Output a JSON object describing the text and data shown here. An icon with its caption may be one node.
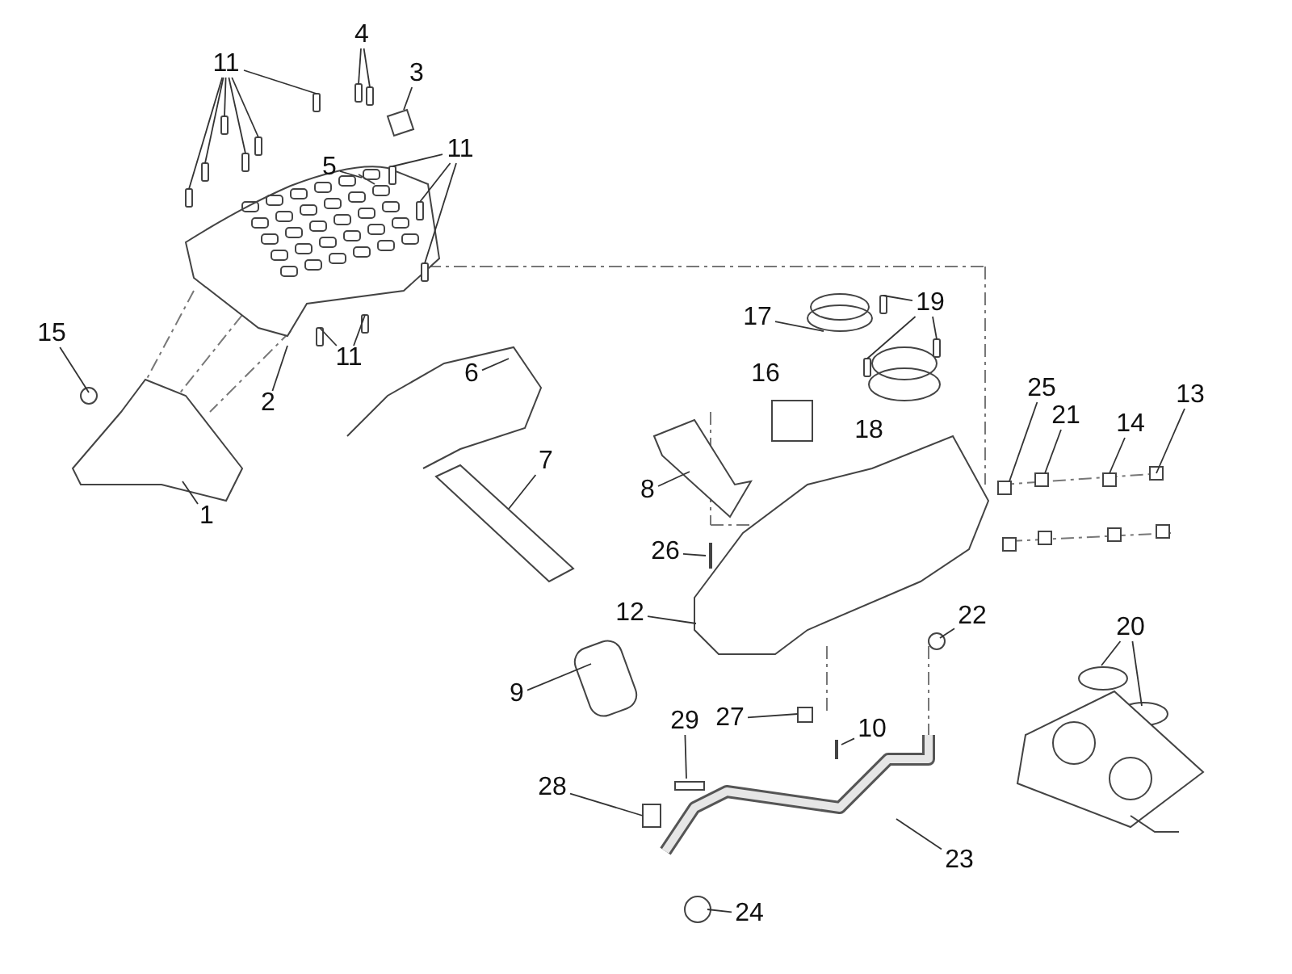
{
  "diagram": {
    "nodes": [
      {
        "text": [
          "4"
        ]
      },
      {
        "text": [
          "11"
        ]
      },
      {
        "text": [
          "3"
        ]
      },
      {
        "text": [
          "5"
        ]
      },
      {
        "text": [
          "11"
        ]
      },
      {
        "text": [
          "17"
        ]
      },
      {
        "text": [
          "19"
        ]
      },
      {
        "text": [
          "15"
        ]
      },
      {
        "text": [
          "11"
        ]
      },
      {
        "text": [
          "2"
        ]
      },
      {
        "text": [
          "6"
        ]
      },
      {
        "text": [
          "16"
        ]
      },
      {
        "text": [
          "25"
        ]
      },
      {
        "text": [
          "13"
        ]
      },
      {
        "text": [
          "21"
        ]
      },
      {
        "text": [
          "14"
        ]
      },
      {
        "text": [
          "18"
        ]
      },
      {
        "text": [
          "7"
        ]
      },
      {
        "text": [
          "8"
        ]
      },
      {
        "text": [
          "1"
        ]
      },
      {
        "text": [
          "26"
        ]
      },
      {
        "text": [
          "12"
        ]
      },
      {
        "text": [
          "22"
        ]
      },
      {
        "text": [
          "20"
        ]
      },
      {
        "text": [
          "9"
        ]
      },
      {
        "text": [
          "27"
        ]
      },
      {
        "text": [
          "29"
        ]
      },
      {
        "text": [
          "10"
        ]
      },
      {
        "text": [
          "28"
        ]
      },
      {
        "text": [
          "23"
        ]
      },
      {
        "text": [
          "24"
        ]
      }
    ],
    "edges": [
      {
        "from": 0,
        "to": null,
        "arrow": "none"
      },
      {
        "from": 0,
        "to": null,
        "arrow": "none"
      },
      {
        "from": 1,
        "to": null,
        "arrow": "none"
      },
      {
        "from": 1,
        "to": null,
        "arrow": "none"
      },
      {
        "from": 1,
        "to": null,
        "arrow": "none"
      },
      {
        "from": 1,
        "to": null,
        "arrow": "none"
      },
      {
        "from": 1,
        "to": null,
        "arrow": "none"
      },
      {
        "from": 1,
        "to": null,
        "arrow": "none"
      },
      {
        "from": 2,
        "to": null,
        "arrow": "none"
      },
      {
        "from": 3,
        "to": null,
        "arrow": "none"
      },
      {
        "from": 4,
        "to": null,
        "arrow": "none"
      },
      {
        "from": 4,
        "to": null,
        "arrow": "none"
      },
      {
        "from": 4,
        "to": null,
        "arrow": "none"
      },
      {
        "from": 5,
        "to": null,
        "arrow": "none"
      },
      {
        "from": 6,
        "to": null,
        "arrow": "none"
      },
      {
        "from": 6,
        "to": null,
        "arrow": "none"
      },
      {
        "from": 6,
        "to": null,
        "arrow": "none"
      },
      {
        "from": 7,
        "to": null,
        "arrow": "none"
      },
      {
        "from": 8,
        "to": null,
        "arrow": "none"
      },
      {
        "from": 8,
        "to": null,
        "arrow": "none"
      },
      {
        "from": 9,
        "to": null,
        "arrow": "none"
      },
      {
        "from": 10,
        "to": null,
        "arrow": "none"
      },
      {
        "from": 12,
        "to": null,
        "arrow": "none"
      },
      {
        "from": 13,
        "to": null,
        "arrow": "none"
      },
      {
        "from": 14,
        "to": null,
        "arrow": "none"
      },
      {
        "from": 15,
        "to": null,
        "arrow": "none"
      },
      {
        "from": 17,
        "to": null,
        "arrow": "none"
      },
      {
        "from": 18,
        "to": null,
        "arrow": "none"
      },
      {
        "from": 19,
        "to": null,
        "arrow": "none"
      },
      {
        "from": 20,
        "to": null,
        "arrow": "none"
      },
      {
        "from": 21,
        "to": null,
        "arrow": "none"
      },
      {
        "from": 22,
        "to": null,
        "arrow": "none"
      },
      {
        "from": 23,
        "to": null,
        "arrow": "none"
      },
      {
        "from": 23,
        "to": null,
        "arrow": "none"
      },
      {
        "from": 24,
        "to": null,
        "arrow": "none"
      },
      {
        "from": 25,
        "to": null,
        "arrow": "none"
      },
      {
        "from": 26,
        "to": null,
        "arrow": "none"
      },
      {
        "from": 27,
        "to": null,
        "arrow": "none"
      },
      {
        "from": 28,
        "to": null,
        "arrow": "none"
      },
      {
        "from": 29,
        "to": null,
        "arrow": "none"
      },
      {
        "from": 30,
        "to": null,
        "arrow": "none"
      }
    ]
  }
}
